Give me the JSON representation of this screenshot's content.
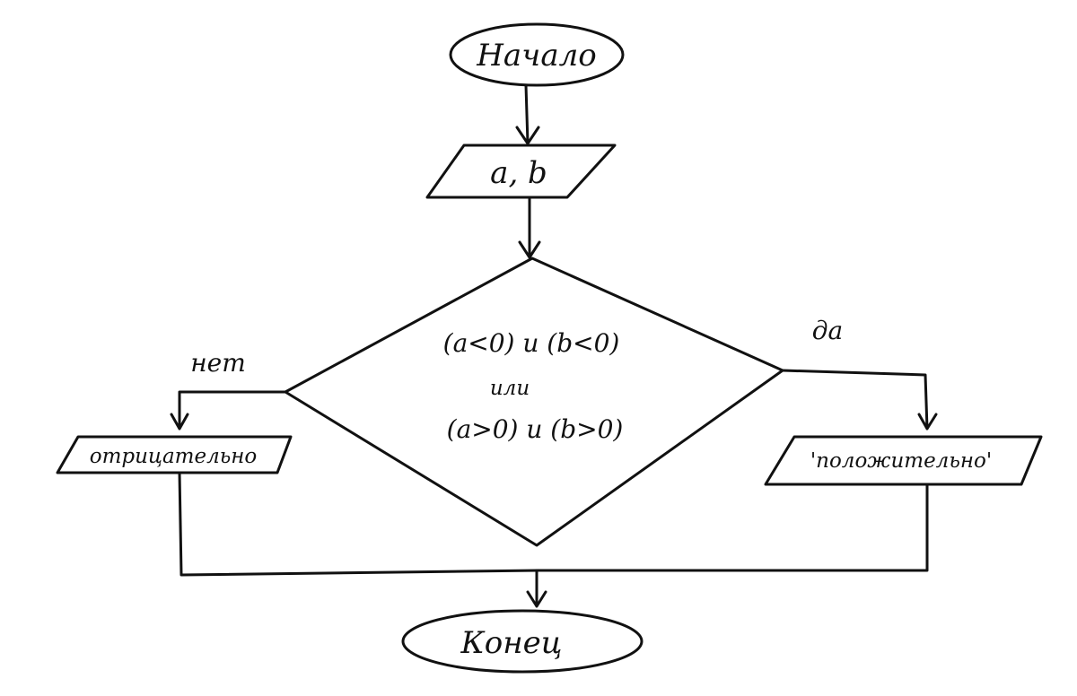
{
  "flowchart": {
    "start": "Начало",
    "input": "a, b",
    "condition": {
      "line1": "(a<0) и (b<0)",
      "line2": "или",
      "line3": "(a>0) и (b>0)"
    },
    "branch_no": "нет",
    "branch_yes": "да",
    "output_no": "отрицательно",
    "output_yes": "'положительно'",
    "end": "Конец"
  },
  "colors": {
    "stroke": "#111111",
    "background": "#ffffff"
  }
}
